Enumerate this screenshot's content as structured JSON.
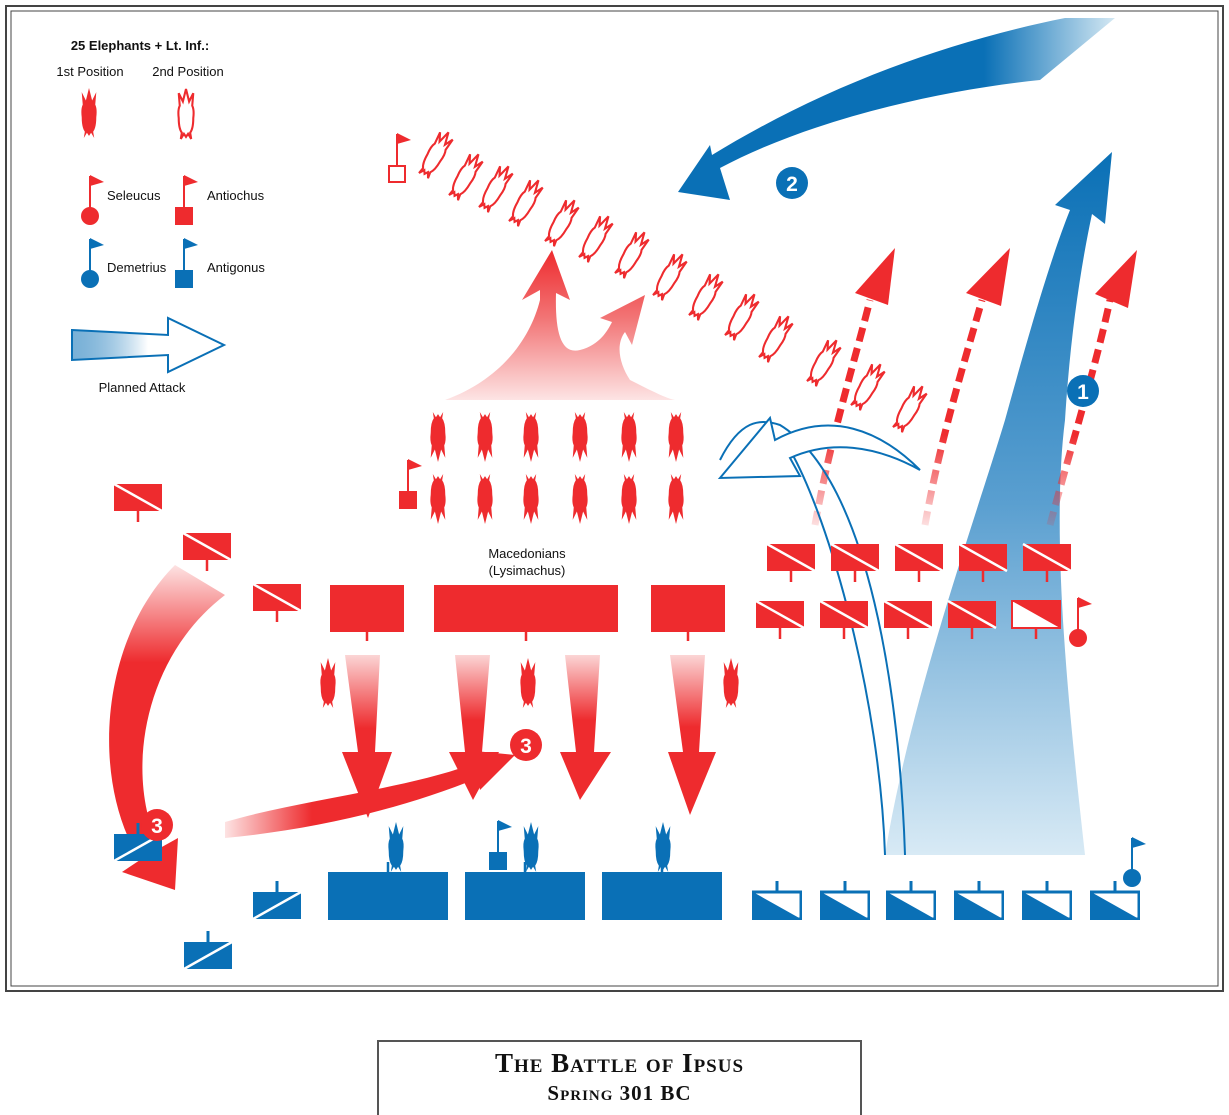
{
  "legend": {
    "heading": "25 Elephants + Lt. Inf.:",
    "first_position": "1st Position",
    "second_position": "2nd Position",
    "seleucus": "Seleucus",
    "antiochus": "Antiochus",
    "demetrius": "Demetrius",
    "antigonus": "Antigonus",
    "planned_attack": "Planned Attack"
  },
  "labels": {
    "macedonians": "Macedonians",
    "lysimachus": "(Lysimachus)"
  },
  "markers": {
    "one": "1",
    "two": "2",
    "three": "3"
  },
  "title": {
    "main": "The Battle of Ipsus",
    "sub": "Spring 301 BC"
  },
  "colors": {
    "red": "#ee2b2e",
    "blue": "#0a70b6",
    "light_blue": "#cde4f1"
  }
}
